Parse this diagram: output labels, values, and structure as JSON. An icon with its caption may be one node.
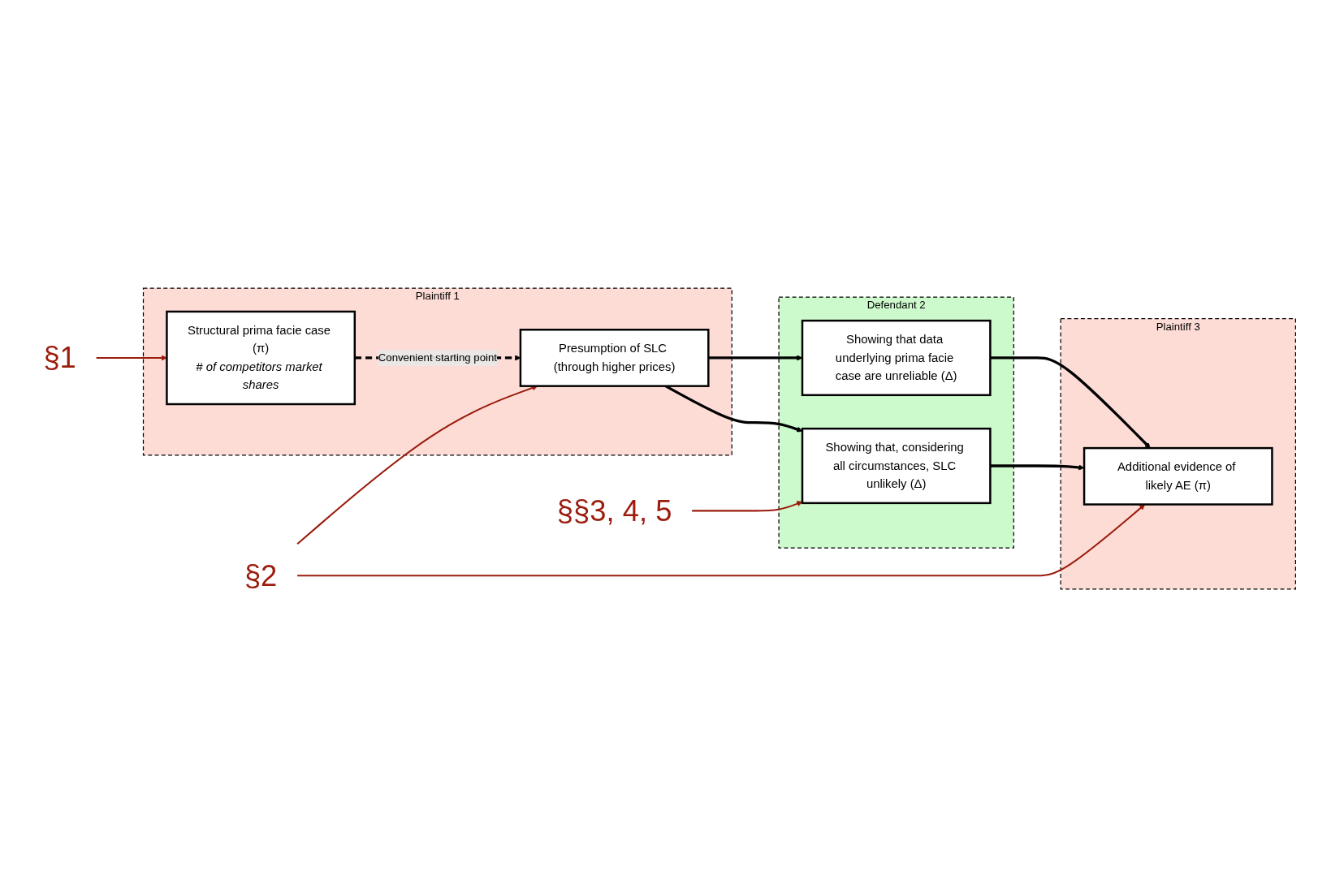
{
  "diagram": {
    "nodes": [
      {
        "text": [
          "Plaintiff 1"
        ]
      },
      {
        "text": [
          "Structural prima facie case (π)",
          "# of competitors market shares"
        ],
        "in": 0
      },
      {
        "text": [
          "Presumption of SLC (through higher prices)"
        ],
        "in": 0
      },
      {
        "text": [
          "Plaintiff 3"
        ]
      },
      {
        "text": [
          "Additional evidence of likely AE (π)"
        ],
        "in": 3
      },
      {
        "text": [
          "Defendant 2"
        ]
      },
      {
        "text": [
          "Showing that data underlying prima facie case are unreliable (Δ)"
        ],
        "in": 5
      },
      {
        "text": [
          "Showing that, considering all circumstances, SLC unlikely (Δ)"
        ],
        "in": 5
      },
      {
        "text": [
          "§1"
        ]
      },
      {
        "text": [
          "§2"
        ]
      },
      {
        "text": [
          "§§3, 4, 5"
        ]
      }
    ],
    "edges": [
      {
        "from": 1,
        "to": 2,
        "arrow": "to",
        "style": "dashed",
        "label": "Convenient starting point"
      },
      {
        "from": 2,
        "to": 6,
        "arrow": "to"
      },
      {
        "from": 2,
        "to": 7,
        "arrow": "to"
      },
      {
        "from": 6,
        "to": 4,
        "arrow": "to"
      },
      {
        "from": 7,
        "to": 4,
        "arrow": "to"
      },
      {
        "from": 8,
        "to": 1,
        "arrow": "to",
        "color": "#9b1c0c"
      },
      {
        "from": 9,
        "to": 2,
        "arrow": "to",
        "color": "#9b1c0c"
      },
      {
        "from": 9,
        "to": 4,
        "arrow": "to",
        "color": "#9b1c0c"
      },
      {
        "from": 10,
        "to": 7,
        "arrow": "to",
        "color": "#9b1c0c"
      }
    ]
  }
}
